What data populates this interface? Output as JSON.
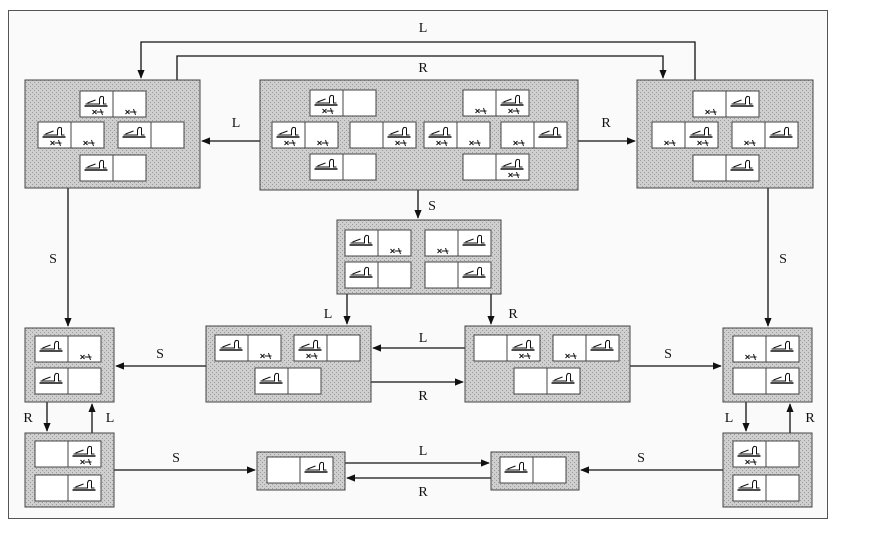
{
  "transitions": {
    "left": "L",
    "right": "R",
    "suck": "S"
  },
  "colors": {
    "state_fill": "#c9c9c9",
    "state_border": "#444444",
    "cell_fill": "#ffffff",
    "line": "#111111"
  },
  "icons": {
    "vacuum": "vacuum-icon",
    "dirt": "dirt-icon"
  }
}
